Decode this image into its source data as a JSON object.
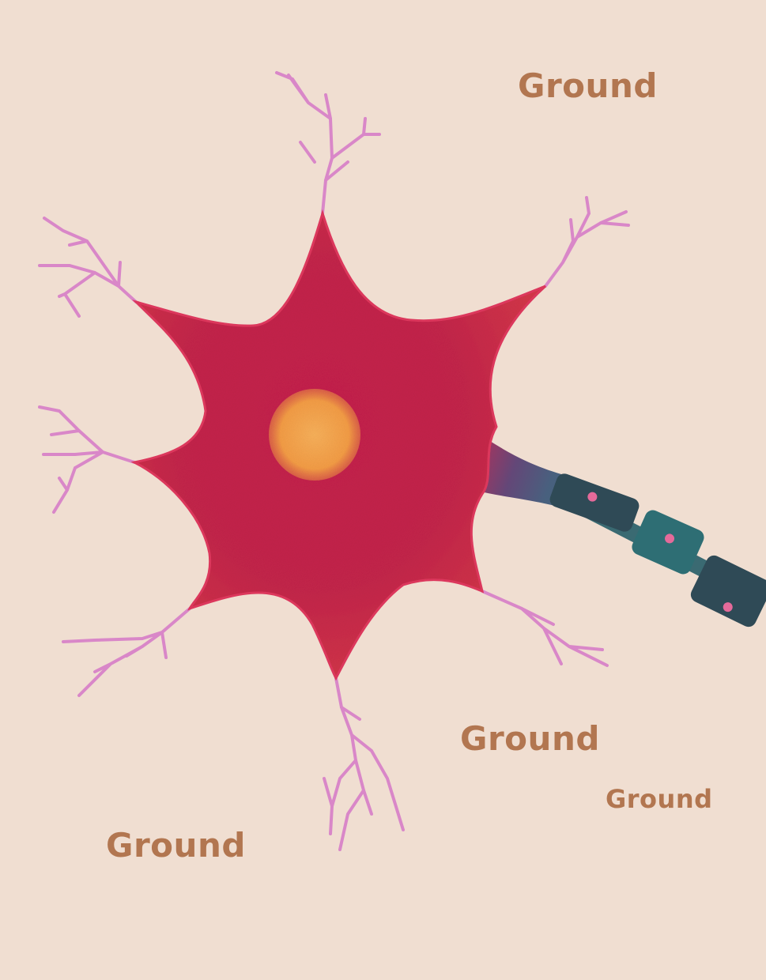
{
  "labels": [
    "Ground",
    "Ground",
    "Ground",
    "Ground"
  ],
  "colors": {
    "background": "#f0ded1",
    "soma": "#c3254a",
    "soma_edge": "#e0385e",
    "nucleus": "#f5a24a",
    "dendrite": "#d987c8",
    "axon_hillock": "#4a4a78",
    "myelin": "#2e7f80",
    "myelin_dark": "#2f4a56",
    "node_dot": "#e56a9a",
    "label_text": "#b27650"
  }
}
